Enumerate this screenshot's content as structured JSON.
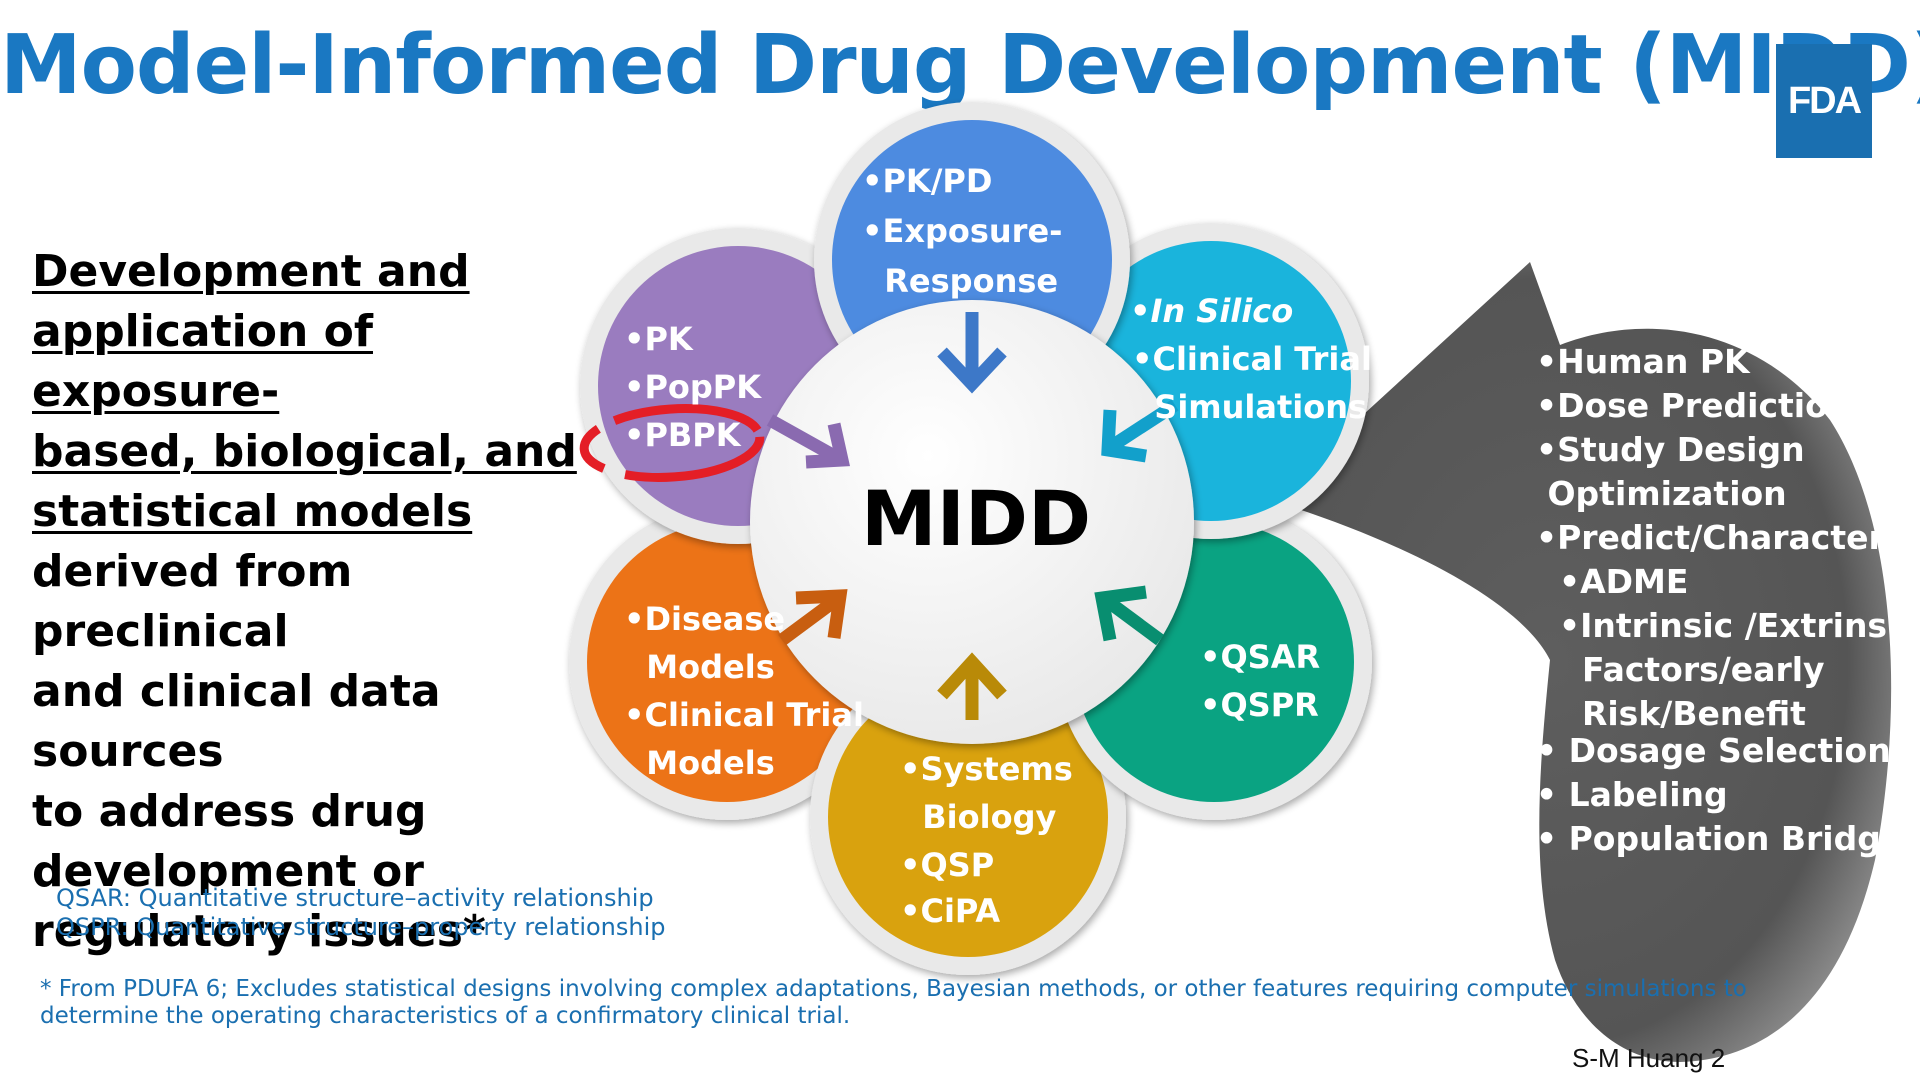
{
  "title": "Model-Informed Drug Development (MIDD)",
  "logo": "FDA",
  "definition": {
    "underlined": [
      "Development and",
      "application of exposure-",
      "based, biological, and",
      "statistical models"
    ],
    "plain": [
      "derived from preclinical",
      "and clinical data sources",
      "to address drug",
      "development or",
      "regulatory issues*"
    ]
  },
  "diagram": {
    "center": "MIDD",
    "petals": {
      "top": {
        "color": "#4d8be0",
        "lines": [
          "•PK/PD",
          "•Exposure-",
          "  Response"
        ]
      },
      "left": {
        "color": "#9a7cbf",
        "lines": [
          "•PK",
          "•PopPK",
          "•PBPK"
        ]
      },
      "right_top": {
        "color": "#1ab4dc",
        "lines_italic": [
          "•In Silico"
        ],
        "lines": [
          "•Clinical Trial",
          "  Simulations"
        ]
      },
      "right_bottom": {
        "color": "#0aa382",
        "lines": [
          "•QSAR",
          "•QSPR"
        ]
      },
      "bottom": {
        "color": "#d9a20e",
        "lines": [
          "•Systems",
          "  Biology",
          "•QSP",
          "•CiPA"
        ]
      },
      "left_bottom": {
        "color": "#ec7317",
        "lines": [
          "•Disease",
          "  Models",
          "•Clinical Trial",
          "  Models"
        ]
      }
    },
    "applications": [
      "•Human PK",
      "•Dose Prediction",
      "•Study Design",
      " Optimization",
      "•Predict/Characterize",
      "  •ADME",
      "  •Intrinsic /Extrinsic",
      "    Factors/early",
      "    Risk/Benefit",
      "• Dosage Selection",
      "• Labeling",
      "• Population Bridging"
    ]
  },
  "abbreviations": [
    "QSAR: Quantitative structure–activity relationship",
    "QSPR: Quantitative structure–property relationship"
  ],
  "footnote": "* From PDUFA 6; Excludes statistical designs involving complex adaptations, Bayesian methods, or other features requiring computer simulations to determine the operating characteristics of a confirmatory clinical trial.",
  "author": "S-M Huang 2",
  "colors": {
    "title": "#1a78c2",
    "highlight": "#e41e26",
    "callout": "#5a5a5a"
  }
}
